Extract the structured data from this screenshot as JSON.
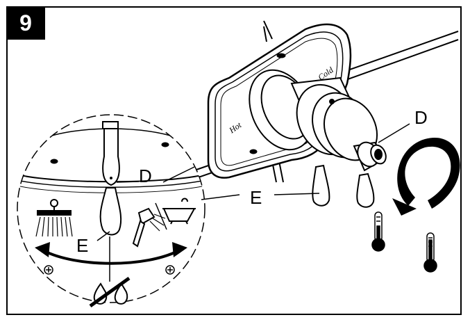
{
  "step": {
    "number": "9"
  },
  "callouts": {
    "d": "D",
    "e": "E"
  },
  "escutcheon": {
    "hot": "Hot",
    "cold": "Cold"
  },
  "colors": {
    "ink": "#000000",
    "background": "#ffffff"
  },
  "icons": [
    "showerhead-icon",
    "handshower-icon",
    "bathtub-icon",
    "no-water-drops-icon",
    "rotate-arrow-icon",
    "thermometer-low-icon",
    "thermometer-high-icon",
    "plus-icon"
  ]
}
